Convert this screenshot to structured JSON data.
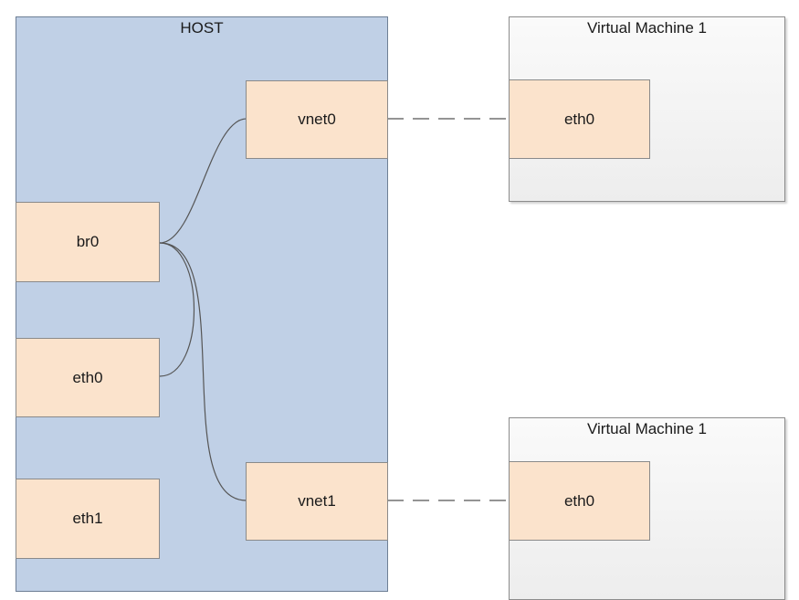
{
  "host": {
    "title": "HOST",
    "interfaces": {
      "br0": "br0",
      "eth0": "eth0",
      "eth1": "eth1",
      "vnet0": "vnet0",
      "vnet1": "vnet1"
    }
  },
  "vm_top": {
    "title": "Virtual Machine 1",
    "interface": "eth0"
  },
  "vm_bottom": {
    "title": "Virtual Machine 1",
    "interface": "eth0"
  },
  "colors": {
    "host_fill": "#c0d0e6",
    "interface_fill": "#fbe3cc",
    "vm_fill": "#f2f2f2",
    "line": "#555555"
  },
  "connections": [
    {
      "from": "br0",
      "to": "vnet0",
      "style": "solid"
    },
    {
      "from": "br0",
      "to": "eth0",
      "style": "solid"
    },
    {
      "from": "br0",
      "to": "vnet1",
      "style": "solid"
    },
    {
      "from": "vnet0",
      "to": "vm_top.eth0",
      "style": "dashed"
    },
    {
      "from": "vnet1",
      "to": "vm_bottom.eth0",
      "style": "dashed"
    }
  ]
}
